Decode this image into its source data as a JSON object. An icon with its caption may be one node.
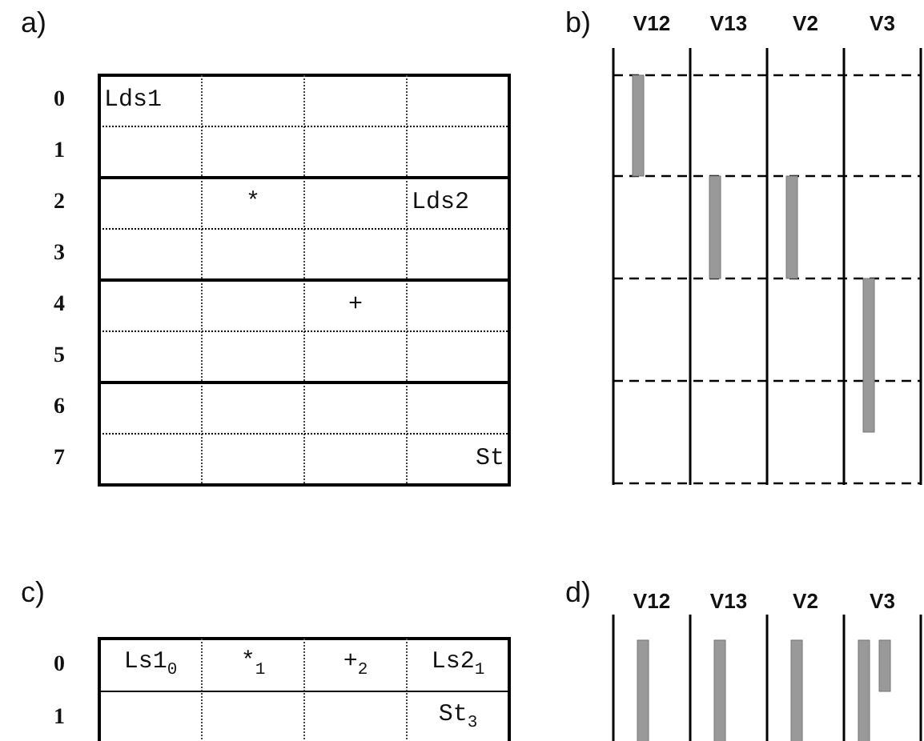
{
  "diagram": {
    "labels": [
      "a)",
      "b)",
      "V12",
      "V13",
      "V2",
      "V3",
      "0",
      "Lds1",
      "1",
      "2",
      "*",
      "Lds2",
      "3",
      "4",
      "+",
      "5",
      "6",
      "7",
      "St",
      "c)",
      "d)",
      "V12",
      "V13",
      "V2",
      "V3",
      "0",
      "Ls1$_{0}$",
      "*$_{1}$",
      "+$_{2}$",
      "Ls2$_{1}$",
      "1",
      "St$_{3}$"
    ]
  }
}
